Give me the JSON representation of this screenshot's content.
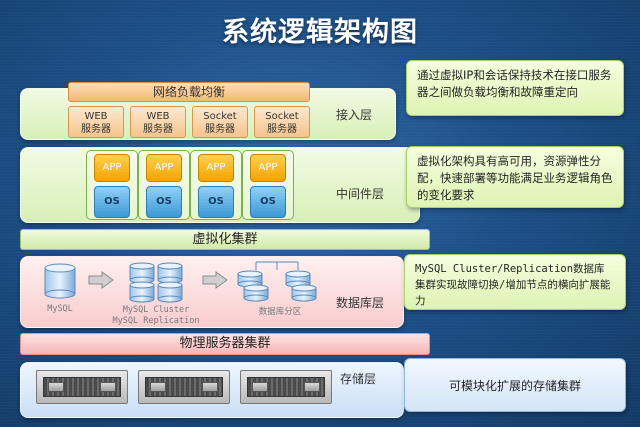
{
  "title": "系统逻辑架构图",
  "access_layer": {
    "label": "接入层",
    "load_balancer": "网络负载均衡",
    "servers": [
      {
        "line1": "WEB",
        "line2": "服务器"
      },
      {
        "line1": "WEB",
        "line2": "服务器"
      },
      {
        "line1": "Socket",
        "line2": "服务器"
      },
      {
        "line1": "Socket",
        "line2": "服务器"
      }
    ],
    "note": "通过虚拟IP和会话保持技术在接口服务器之间做负载均衡和故障重定向"
  },
  "middleware_layer": {
    "label": "中间件层",
    "stacks": [
      {
        "app": "APP",
        "os": "OS"
      },
      {
        "app": "APP",
        "os": "OS"
      },
      {
        "app": "APP",
        "os": "OS"
      },
      {
        "app": "APP",
        "os": "OS"
      }
    ],
    "note": "虚拟化架构具有高可用，资源弹性分配，快速部署等功能满足业务逻辑角色的变化要求"
  },
  "virtualization_cluster": "虚拟化集群",
  "database_layer": {
    "label": "数据库层",
    "mysql_label": "MySQL",
    "cluster_label_1": "MySQL Cluster",
    "cluster_label_2": "MySQL Replication",
    "partition_label": "数据库分区",
    "note": "MySQL Cluster/Replication数据库集群实现故障切换/增加节点的横向扩展能力"
  },
  "physical_cluster": "物理服务器集群",
  "storage_layer": {
    "label": "存储层",
    "note": "可模块化扩展的存储集群"
  },
  "icons": [
    "database-icon",
    "arrow-right-icon",
    "server-rack-icon"
  ],
  "colors": {
    "background": "#1d4f86",
    "access_fill": "#d7f0b6",
    "db_fill": "#f8cccc",
    "storage_fill": "#c9def5",
    "app": "#f2a300",
    "os": "#3c98d6",
    "server": "#f4c38b"
  }
}
